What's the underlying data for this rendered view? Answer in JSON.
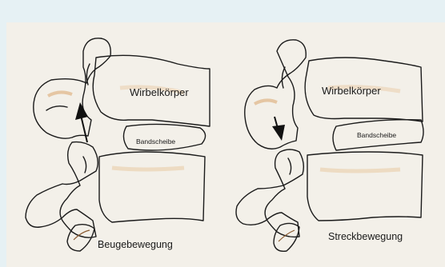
{
  "panels": [
    {
      "id": "flexion",
      "vertebra_label": "Wirbelkörper",
      "disc_label": "Bandscheibe",
      "caption": "Beugebewegung",
      "arrow_direction": "up"
    },
    {
      "id": "extension",
      "vertebra_label": "Wirbelkörper",
      "disc_label": "Bandscheibe",
      "caption": "Streckbewegung",
      "arrow_direction": "down"
    }
  ],
  "colors": {
    "page_background": "#e6f1f4",
    "paper": "#f4f1ea",
    "bone": "#edd4ae",
    "bone_shade": "#e0b27a",
    "disc": "#8fb6d6",
    "disc_shade": "#5f8fc0",
    "ink": "#1b1b1b"
  }
}
